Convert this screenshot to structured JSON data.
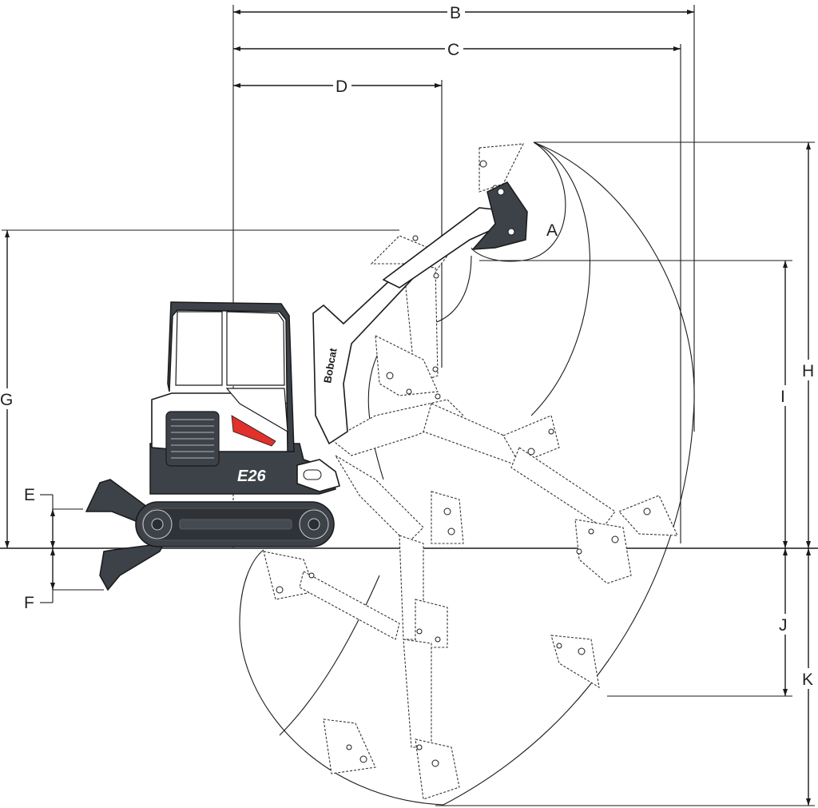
{
  "labels": {
    "A": "A",
    "B": "B",
    "C": "C",
    "D": "D",
    "E": "E",
    "F": "F",
    "G": "G",
    "H": "H",
    "I": "I",
    "J": "J",
    "K": "K"
  },
  "machine": {
    "model": "E26",
    "brand": "Bobcat"
  },
  "colors": {
    "body_dark": "#3d4249",
    "accent_red": "#e0312b",
    "line": "#1a1a1a"
  }
}
